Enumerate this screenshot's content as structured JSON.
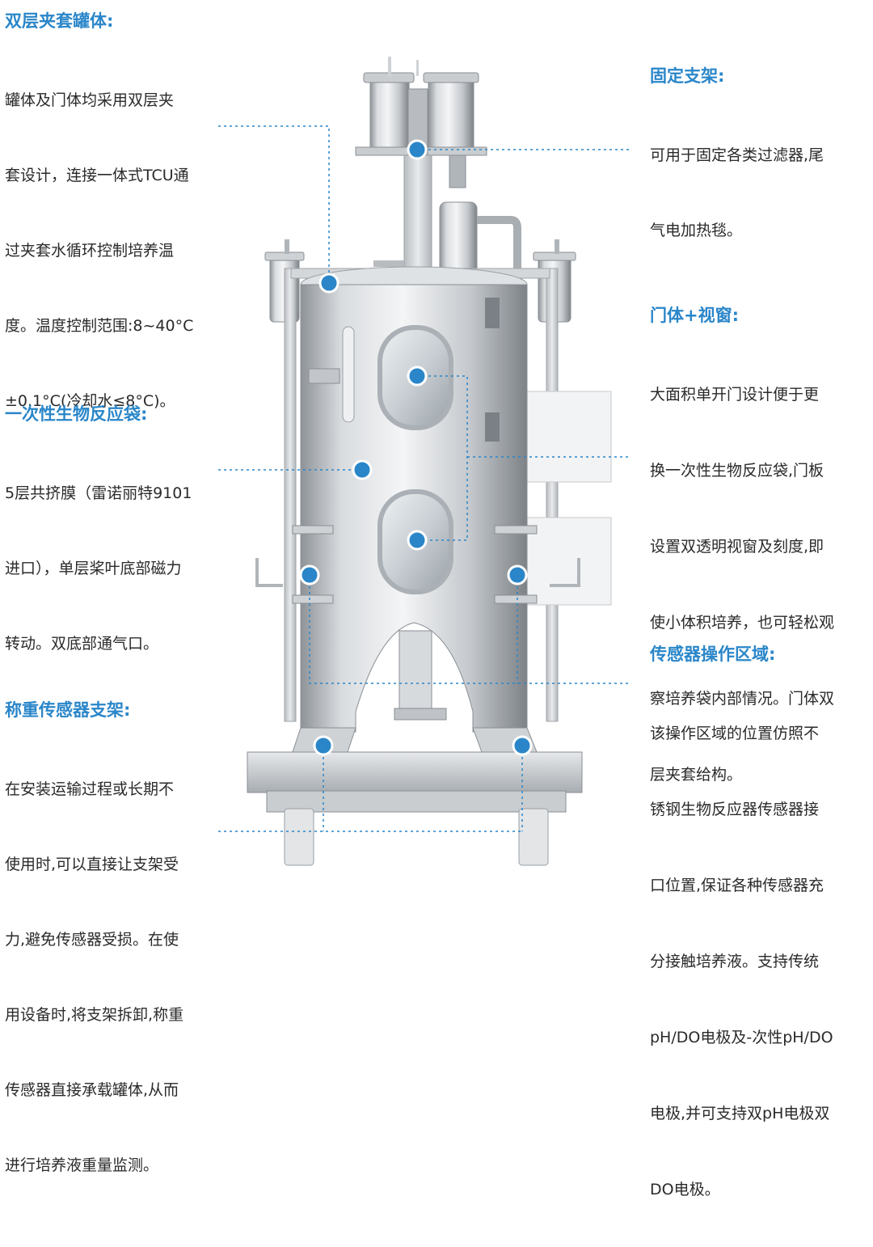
{
  "accent_color": "#2a86c9",
  "callouts": {
    "jacket": {
      "title": "双层夹套罐体:",
      "lines": [
        "罐体及门体均采用双层夹",
        "套设计，连接一体式TCU通",
        "过夹套水循环控制培养温",
        "度。温度控制范围:8~40°C",
        "±0.1°C(冷却水≤8°C)。"
      ]
    },
    "bag": {
      "title": "一次性生物反应袋:",
      "lines": [
        "5层共挤膜（雷诺丽特9101",
        "进口），单层桨叶底部磁力",
        "转动。双底部通气口。"
      ]
    },
    "weigh": {
      "title": "称重传感器支架:",
      "lines": [
        "在安装运输过程或长期不",
        "使用时,可以直接让支架受",
        "力,避免传感器受损。在使",
        "用设备时,将支架拆卸,称重",
        "传感器直接承载罐体,从而",
        "进行培养液重量监测。"
      ]
    },
    "bracket": {
      "title": "固定支架:",
      "lines": [
        "可用于固定各类过滤器,尾",
        "气电加热毯。"
      ]
    },
    "door": {
      "title": "门体+视窗:",
      "lines": [
        "大面积单开门设计便于更",
        "换一次性生物反应袋,门板",
        "设置双透明视窗及刻度,即",
        "使小体积培养，也可轻松观",
        "察培养袋内部情况。门体双",
        "层夹套给构。"
      ]
    },
    "sensor": {
      "title": "传感器操作区域:",
      "lines": [
        "该操作区域的位置仿照不",
        "锈钢生物反应器传感器接",
        "口位置,保证各种传感器充",
        "分接触培养液。支持传统",
        "pH/DO电极及-次性pH/DO",
        "电极,并可支持双pH电极双",
        "DO电极。"
      ]
    }
  }
}
